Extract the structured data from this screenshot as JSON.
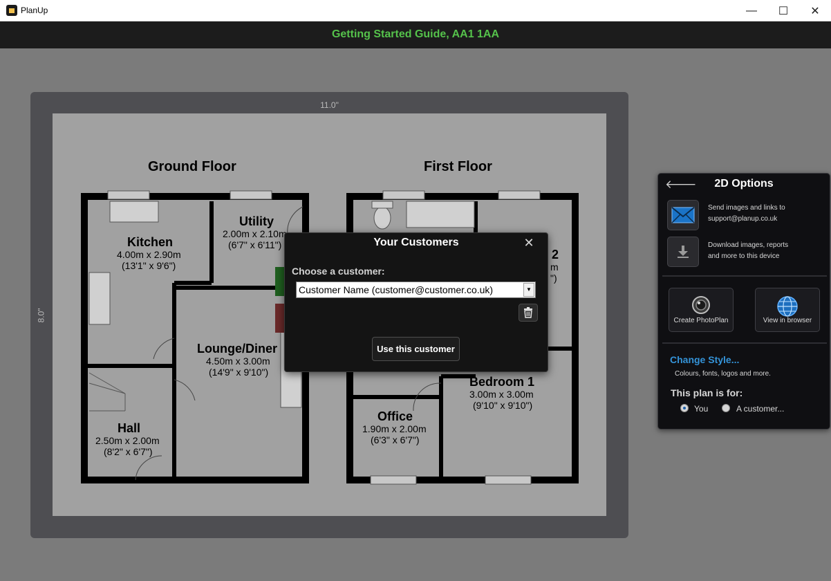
{
  "window": {
    "title": "PlanUp",
    "minimize": "—",
    "maximize": "☐",
    "close": "✕"
  },
  "header": {
    "title": "Getting Started Guide, AA1 1AA"
  },
  "board": {
    "width_label": "11.0\"",
    "height_label": "8.0\""
  },
  "plan": {
    "ground_floor_title": "Ground Floor",
    "first_floor_title": "First Floor",
    "rooms": {
      "kitchen": {
        "name": "Kitchen",
        "metric": "4.00m x 2.90m",
        "imperial": "(13'1\" x 9'6\")"
      },
      "utility": {
        "name": "Utility",
        "metric": "2.00m x 2.10m",
        "imperial": "(6'7\" x 6'11\")"
      },
      "lounge": {
        "name": "Lounge/Diner",
        "metric": "4.50m x 3.00m",
        "imperial": "(14'9\" x 9'10\")"
      },
      "hall": {
        "name": "Hall",
        "metric": "2.50m x 2.00m",
        "imperial": "(8'2\" x 6'7\")"
      },
      "bedroom2": {
        "name": "2",
        "metric": "m",
        "imperial": "\")"
      },
      "bedroom1": {
        "name": "Bedroom 1",
        "metric": "3.00m x 3.00m",
        "imperial": "(9'10\" x 9'10\")"
      },
      "office": {
        "name": "Office",
        "metric": "1.90m x 2.00m",
        "imperial": "(6'3\" x 6'7\")"
      }
    }
  },
  "dialog": {
    "title": "Your Customers",
    "close": "✕",
    "label": "Choose a customer:",
    "selected_customer": "Customer Name (customer@customer.co.uk)",
    "select_arrow": "▼",
    "use_button": "Use this customer"
  },
  "panel": {
    "back": "🡐",
    "title": "2D Options",
    "send_text_1": "Send images and links to",
    "send_text_2": "support@planup.co.uk",
    "download_text_1": "Download images, reports",
    "download_text_2": "and more to this device",
    "photoplan_label": "Create PhotoPlan",
    "browser_label": "View in browser",
    "change_style": "Change Style...",
    "style_desc": "Colours, fonts, logos and more.",
    "plan_for": "This plan is for:",
    "option_you": "You",
    "option_customer": "A customer...",
    "selected_option": "You",
    "accent_color": "#3493d8"
  }
}
